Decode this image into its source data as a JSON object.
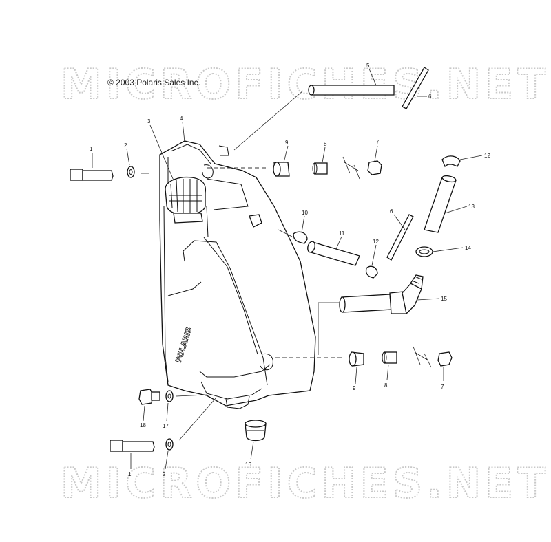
{
  "copyright": "© 2003 Polaris Sales Inc.",
  "watermark": "MICROFICHES.NET",
  "tank_logo": "POLARIS",
  "callouts": [
    {
      "id": "c-1a",
      "label": "1"
    },
    {
      "id": "c-2a",
      "label": "2"
    },
    {
      "id": "c-3",
      "label": "3"
    },
    {
      "id": "c-4",
      "label": "4"
    },
    {
      "id": "c-5",
      "label": "5"
    },
    {
      "id": "c-6a",
      "label": "6"
    },
    {
      "id": "c-9a",
      "label": "9"
    },
    {
      "id": "c-8a",
      "label": "8"
    },
    {
      "id": "c-7a",
      "label": "7"
    },
    {
      "id": "c-12a",
      "label": "12"
    },
    {
      "id": "c-13",
      "label": "13"
    },
    {
      "id": "c-10",
      "label": "10"
    },
    {
      "id": "c-11",
      "label": "11"
    },
    {
      "id": "c-6b",
      "label": "6"
    },
    {
      "id": "c-12b",
      "label": "12"
    },
    {
      "id": "c-14",
      "label": "14"
    },
    {
      "id": "c-15",
      "label": "15"
    },
    {
      "id": "c-9b",
      "label": "9"
    },
    {
      "id": "c-8b",
      "label": "8"
    },
    {
      "id": "c-7b",
      "label": "7"
    },
    {
      "id": "c-18",
      "label": "18"
    },
    {
      "id": "c-17",
      "label": "17"
    },
    {
      "id": "c-16",
      "label": "16"
    },
    {
      "id": "c-1b",
      "label": "1"
    },
    {
      "id": "c-2b",
      "label": "2"
    }
  ]
}
